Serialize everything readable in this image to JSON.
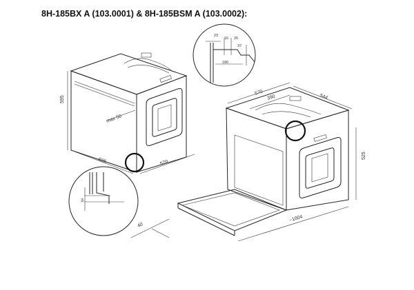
{
  "title": "8H-185BX A (103.0001) & 8H-185BSM A (103.0002):",
  "left_view": {
    "height": "595",
    "width": "595",
    "depth": "570",
    "max_gap": "max 50"
  },
  "bottom_detail": {
    "gap": "3",
    "offset": "40"
  },
  "top_detail": {
    "d1": "23",
    "d2": "16",
    "d3": "26",
    "d4": "37",
    "d5": "180"
  },
  "right_view": {
    "depth_outer": "570",
    "depth_inner": "390",
    "width": "544",
    "height": "525",
    "open_depth": "~1004"
  }
}
